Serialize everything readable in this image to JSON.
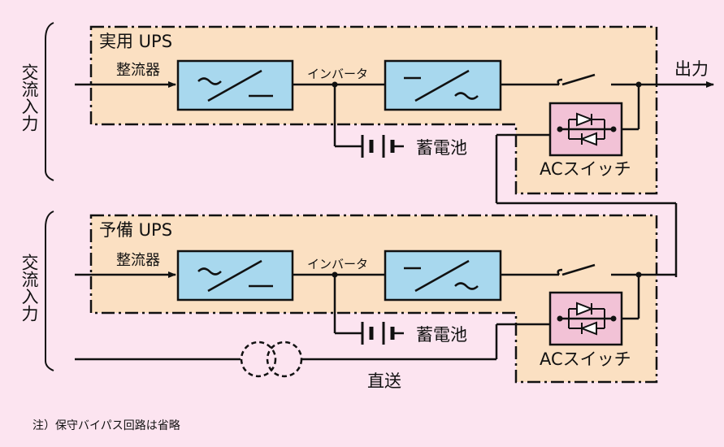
{
  "colors": {
    "background": "#fce4f0",
    "ups_fill": "#fbe0c2",
    "converter_fill": "#a8d8ee",
    "ac_switch_fill": "#f2c2d6",
    "line": "#111111"
  },
  "input_label": "交流入力",
  "output_label": "出力",
  "units": [
    {
      "title": "実用 UPS",
      "rectifier_label": "整流器",
      "inverter_label": "インバータ",
      "battery_label": "蓄電池",
      "ac_switch_label": "ACスイッチ"
    },
    {
      "title": "予備 UPS",
      "rectifier_label": "整流器",
      "inverter_label": "インバータ",
      "battery_label": "蓄電池",
      "ac_switch_label": "ACスイッチ",
      "direct_label": "直送"
    }
  ],
  "note": "注）保守バイパス回路は省略"
}
